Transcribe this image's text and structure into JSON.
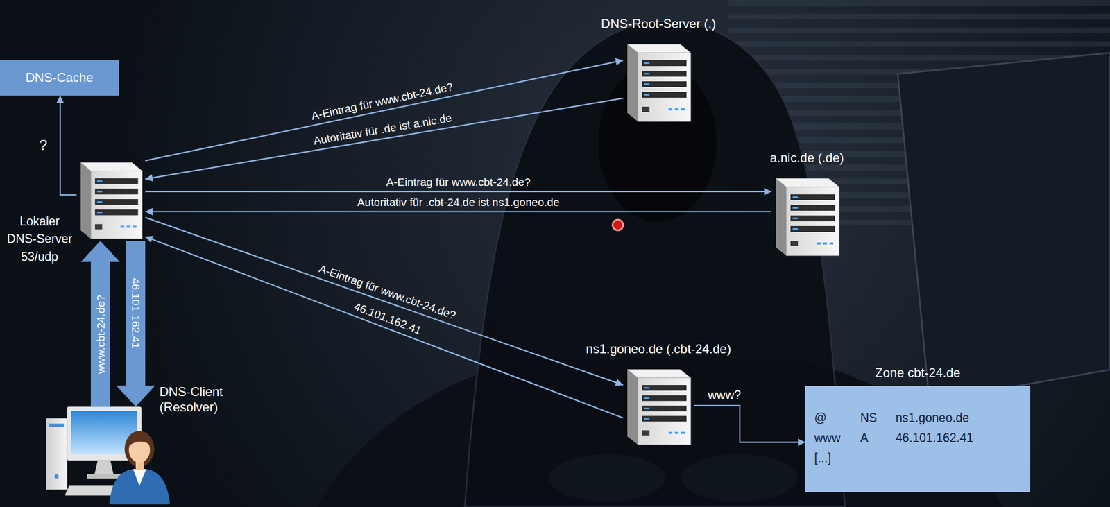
{
  "diagram": {
    "nodes": [
      {
        "text": [
          "DNS-Cache"
        ]
      },
      {
        "text": [
          "DNS-Root-Server (.)"
        ]
      },
      {
        "text": [
          "Lokaler DNS-Server 53/udp"
        ]
      },
      {
        "text": [
          "a.nic.de (.de)"
        ]
      },
      {
        "text": [
          "ns1.goneo.de (.cbt-24.de)"
        ]
      },
      {
        "text": [
          "DNS-Client (Resolver)"
        ]
      },
      {
        "text": [
          "Zone cbt-24.de",
          "@",
          "NS",
          "ns1.goneo.de",
          "www",
          "A",
          "46.101.162.41",
          "[...]"
        ]
      }
    ],
    "edges": [
      {
        "from": 2,
        "to": 0,
        "arrow": "to",
        "label": "?"
      },
      {
        "from": 2,
        "to": 1,
        "arrow": "to",
        "label": "A-Eintrag für www.cbt-24.de?"
      },
      {
        "from": 1,
        "to": 2,
        "arrow": "to",
        "label": "Autoritativ für .de ist a.nic.de"
      },
      {
        "from": 2,
        "to": 3,
        "arrow": "to",
        "label": "A-Eintrag für www.cbt-24.de?"
      },
      {
        "from": 3,
        "to": 2,
        "arrow": "to",
        "label": "Autoritativ für .cbt-24.de ist ns1.goneo.de"
      },
      {
        "from": 2,
        "to": 4,
        "arrow": "to",
        "label": "A-Eintrag für www.cbt-24.de?"
      },
      {
        "from": 4,
        "to": 2,
        "arrow": "to",
        "label": "46.101.162.41"
      },
      {
        "from": 5,
        "to": 2,
        "arrow": "to",
        "label": "www.cbt-24.de?"
      },
      {
        "from": 2,
        "to": 5,
        "arrow": "to",
        "label": "46.101.162.41"
      },
      {
        "from": 4,
        "to": 6,
        "arrow": "to",
        "label": "www?"
      }
    ]
  }
}
